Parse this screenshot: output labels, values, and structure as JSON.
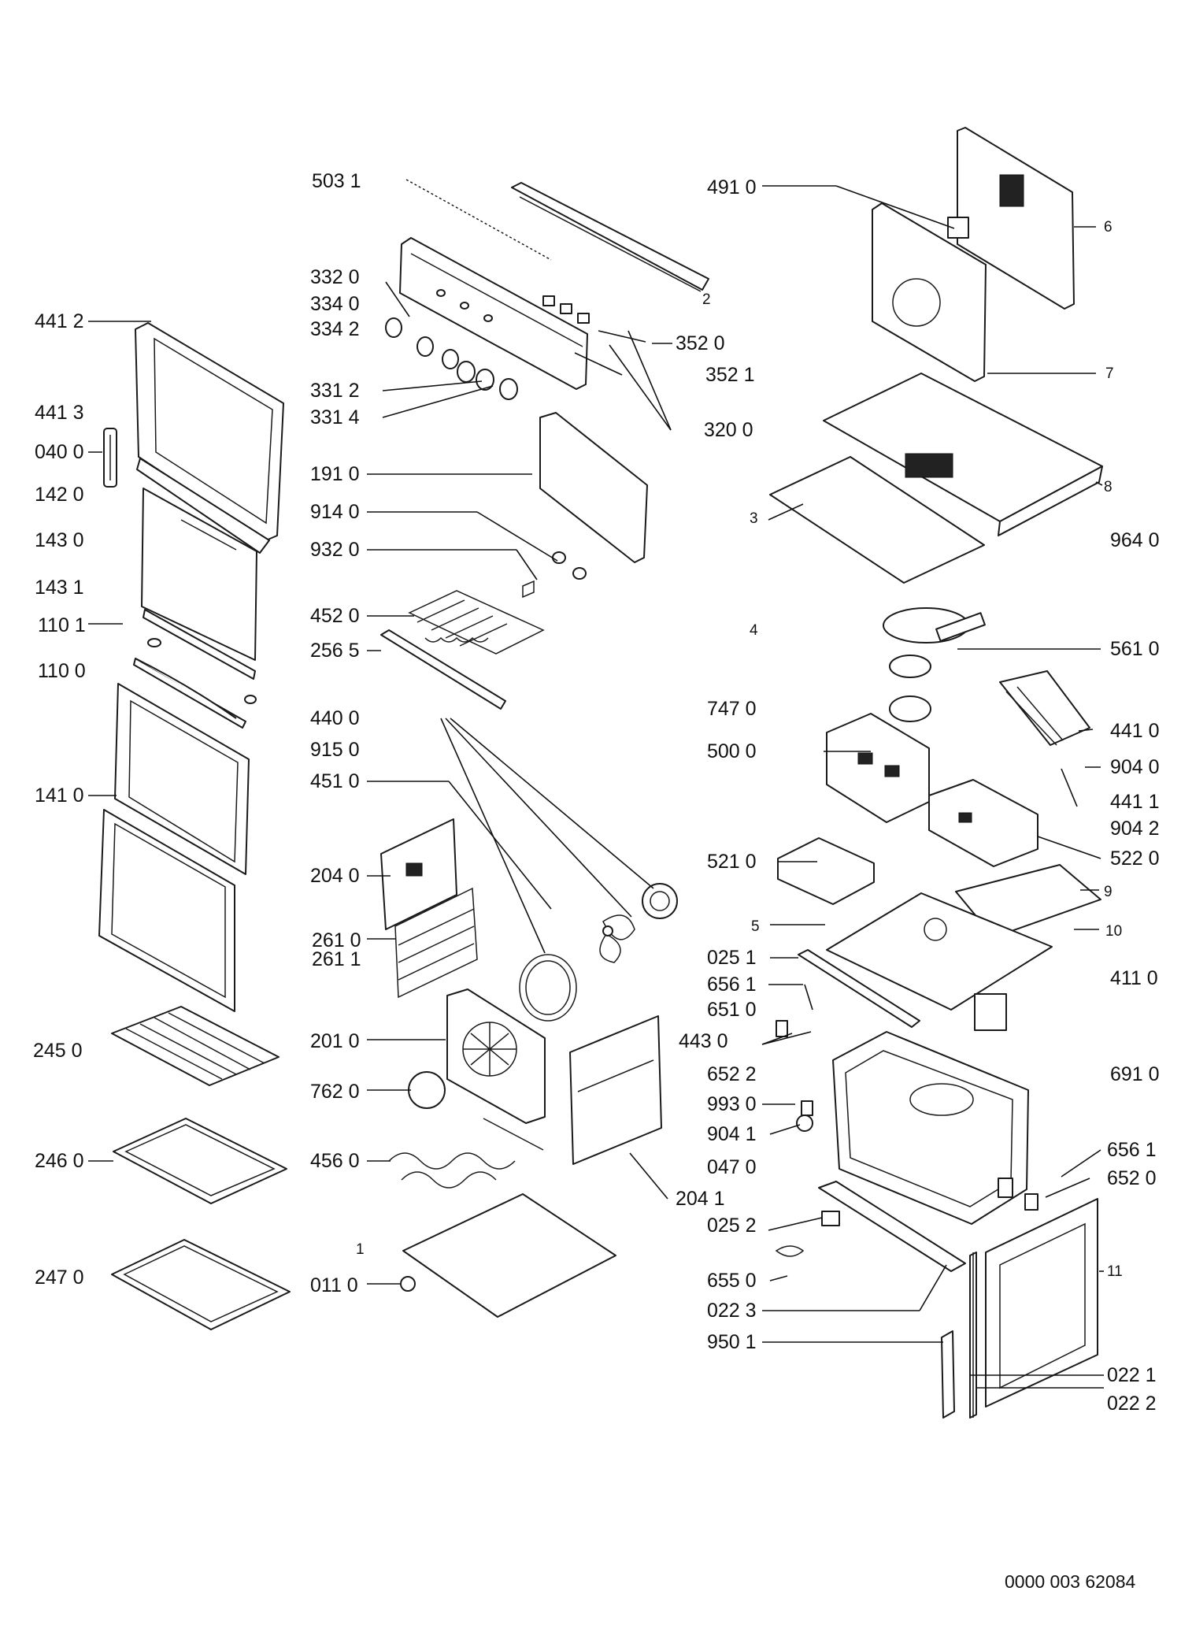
{
  "document_id": "0000 003 62084",
  "part_labels": [
    "503 1",
    "332 0",
    "334 0",
    "334 2",
    "331 2",
    "331 4",
    "191 0",
    "914 0",
    "932 0",
    "452 0",
    "256 5",
    "440 0",
    "915 0",
    "451 0",
    "204 0",
    "261 0",
    "261 1",
    "201 0",
    "762 0",
    "456 0",
    "1",
    "011 0",
    "441 2",
    "441 3",
    "040 0",
    "142 0",
    "143 0",
    "143 1",
    "110 1",
    "110 0",
    "141 0",
    "245 0",
    "246 0",
    "247 0",
    "491 0",
    "6",
    "2",
    "352 0",
    "352 1",
    "7",
    "320 0",
    "3",
    "8",
    "964 0",
    "4",
    "561 0",
    "747 0",
    "441 0",
    "500 0",
    "904 0",
    "441 1",
    "904 2",
    "521 0",
    "522 0",
    "9",
    "5",
    "10",
    "025 1",
    "411 0",
    "656 1",
    "651 0",
    "443 0",
    "652 2",
    "691 0",
    "993 0",
    "904 1",
    "047 0",
    "656 1",
    "652 0",
    "204 1",
    "025 2",
    "11",
    "655 0",
    "022 3",
    "950 1",
    "022 1",
    "022 2"
  ]
}
